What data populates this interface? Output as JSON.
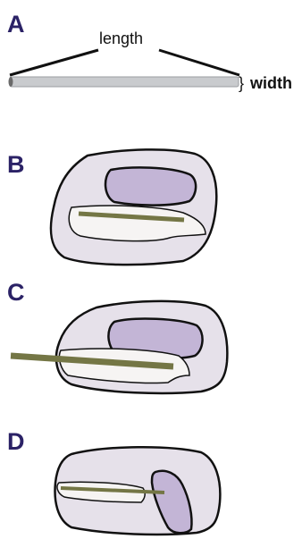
{
  "panels": {
    "a": {
      "label": "A"
    },
    "b": {
      "label": "B"
    },
    "c": {
      "label": "C"
    },
    "d": {
      "label": "D"
    }
  },
  "measure": {
    "length_label": "length",
    "width_label": "width",
    "width_brace": "}"
  },
  "colors": {
    "panel_label": "#2b2266",
    "outline": "#111111",
    "cell_fill": "#e6e1ea",
    "inner_body_fill": "#c3b5d6",
    "cavity_fill": "#f6f4f3",
    "rod_fill": "#747645",
    "tube_fill": "#c9cbce",
    "tube_end": "#6a6a6a",
    "text": "#111111"
  }
}
